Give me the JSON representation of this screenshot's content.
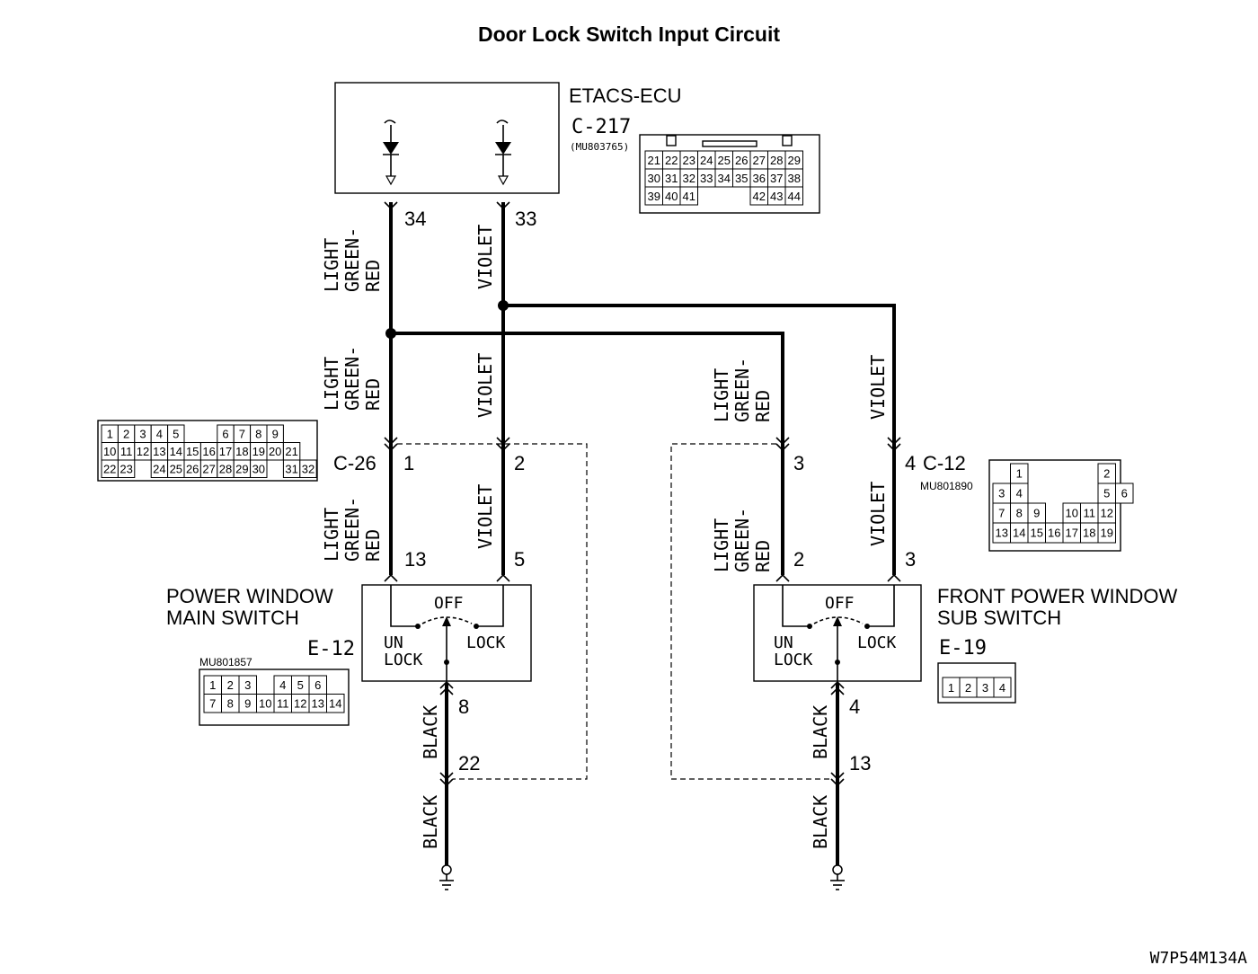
{
  "title": "Door Lock Switch Input Circuit",
  "figure_code": "W7P54M134A",
  "ecu": {
    "name": "ETACS-ECU",
    "connector": "C-217",
    "part_no": "(MU803765)",
    "pin_rows": [
      [
        "21",
        "22",
        "23",
        "24",
        "25",
        "26",
        "27",
        "28",
        "29"
      ],
      [
        "30",
        "31",
        "32",
        "33",
        "34",
        "35",
        "36",
        "37",
        "38"
      ],
      [
        "39",
        "40",
        "41",
        "",
        "",
        "",
        "42",
        "43",
        "44"
      ]
    ],
    "pin_left": "34",
    "pin_right": "33"
  },
  "wire_colors": {
    "light_green_red": [
      "LIGHT",
      "GREEN-",
      "RED"
    ],
    "violet": "VIOLET",
    "black": "BLACK"
  },
  "c26": {
    "label": "C-26",
    "pin_a": "1",
    "pin_b": "2",
    "pin_rows": [
      [
        "1",
        "2",
        "3",
        "4",
        "5",
        "",
        "",
        "6",
        "7",
        "8",
        "9"
      ],
      [
        "10",
        "11",
        "12",
        "13",
        "14",
        "15",
        "16",
        "17",
        "18",
        "19",
        "20",
        "21"
      ],
      [
        "22",
        "23",
        "",
        "24",
        "25",
        "26",
        "27",
        "28",
        "29",
        "30",
        "",
        "31",
        "32"
      ]
    ]
  },
  "c12": {
    "label": "C-12",
    "part_no": "MU801890",
    "pin_a": "3",
    "pin_b": "4",
    "pin_rows": [
      [
        "",
        "1",
        "",
        "",
        "",
        "",
        "2",
        ""
      ],
      [
        "3",
        "4",
        "",
        "",
        "",
        "",
        "5",
        "6"
      ],
      [
        "7",
        "8",
        "9",
        "",
        "10",
        "11",
        "12"
      ],
      [
        "13",
        "14",
        "15",
        "16",
        "17",
        "18",
        "19"
      ]
    ]
  },
  "main_switch": {
    "name_line1": "POWER WINDOW",
    "name_line2": "MAIN SWITCH",
    "connector": "E-12",
    "part_no": "MU801857",
    "pin_lgr": "13",
    "pin_violet": "5",
    "pin_gnd": "8",
    "pin_gnd2": "22",
    "off_label": "OFF",
    "unlock_line1": "UN",
    "unlock_line2": "LOCK",
    "lock_label": "LOCK",
    "pin_rows": [
      [
        "1",
        "2",
        "3",
        "",
        "4",
        "5",
        "6"
      ],
      [
        "7",
        "8",
        "9",
        "10",
        "11",
        "12",
        "13",
        "14"
      ]
    ]
  },
  "sub_switch": {
    "name_line1": "FRONT POWER WINDOW",
    "name_line2": "SUB SWITCH",
    "connector": "E-19",
    "pin_lgr": "2",
    "pin_violet": "3",
    "pin_gnd": "4",
    "pin_gnd2": "13",
    "off_label": "OFF",
    "unlock_line1": "UN",
    "unlock_line2": "LOCK",
    "lock_label": "LOCK",
    "pin_rows": [
      [
        "1",
        "2",
        "3",
        "4"
      ]
    ]
  }
}
